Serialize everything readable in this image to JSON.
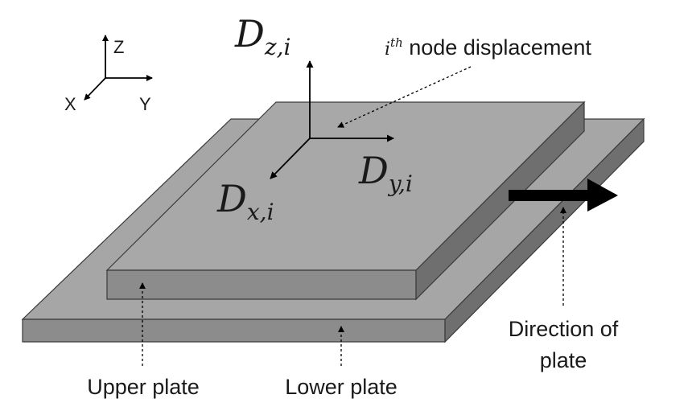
{
  "axes": {
    "z": "Z",
    "x": "X",
    "y": "Y"
  },
  "displacement": {
    "dz": {
      "main": "D",
      "sub": "z,i"
    },
    "dx": {
      "main": "D",
      "sub": "x,i"
    },
    "dy": {
      "main": "D",
      "sub": "y,i"
    }
  },
  "node_label": {
    "var": "i",
    "sup": "th",
    "text": " node displacement"
  },
  "labels": {
    "upper_plate": "Upper plate",
    "lower_plate": "Lower plate",
    "direction_line1": "Direction of",
    "direction_line2": "plate"
  },
  "colors": {
    "plate_top": "#a6a6a6",
    "plate_side": "#7f7f7f",
    "outline": "#3a3a3a",
    "arrow": "#000000"
  }
}
